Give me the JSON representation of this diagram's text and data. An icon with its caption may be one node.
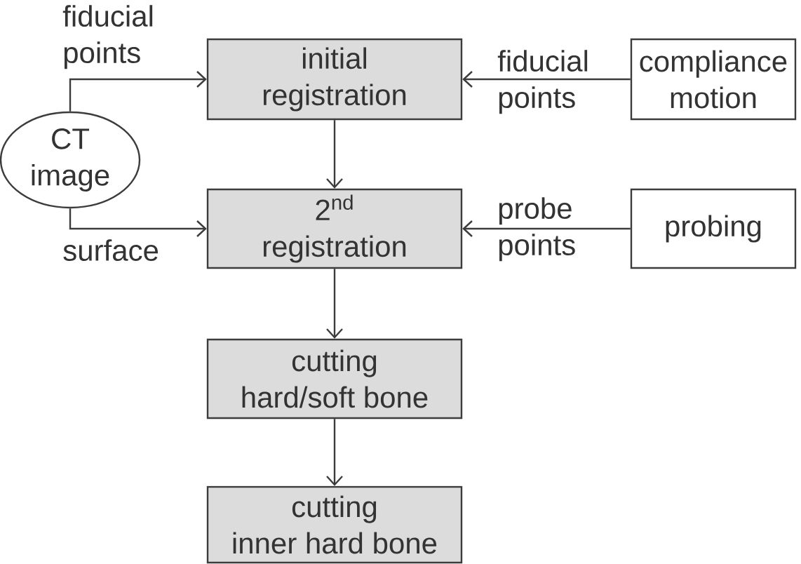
{
  "diagram": {
    "nodes": [
      {
        "text": [
          "initial registration"
        ]
      },
      {
        "text": [
          "compliance motion"
        ]
      },
      {
        "text": [
          "CT image"
        ]
      },
      {
        "text": [
          "2$^{nd}$ registration"
        ]
      },
      {
        "text": [
          "probing"
        ]
      },
      {
        "text": [
          "cutting hard/soft bone"
        ]
      },
      {
        "text": [
          "cutting inner hard bone"
        ]
      }
    ],
    "edges": [
      {
        "from": 2,
        "to": 0,
        "arrow": "to",
        "label": "fiducial points"
      },
      {
        "from": 1,
        "to": 0,
        "arrow": "to",
        "label": "fiducial points"
      },
      {
        "from": 0,
        "to": 3,
        "arrow": "to"
      },
      {
        "from": 2,
        "to": 3,
        "arrow": "to",
        "label": "surface"
      },
      {
        "from": 4,
        "to": 3,
        "arrow": "to",
        "label": "probe points"
      },
      {
        "from": 3,
        "to": 5,
        "arrow": "to"
      },
      {
        "from": 5,
        "to": 6,
        "arrow": "to"
      }
    ]
  }
}
